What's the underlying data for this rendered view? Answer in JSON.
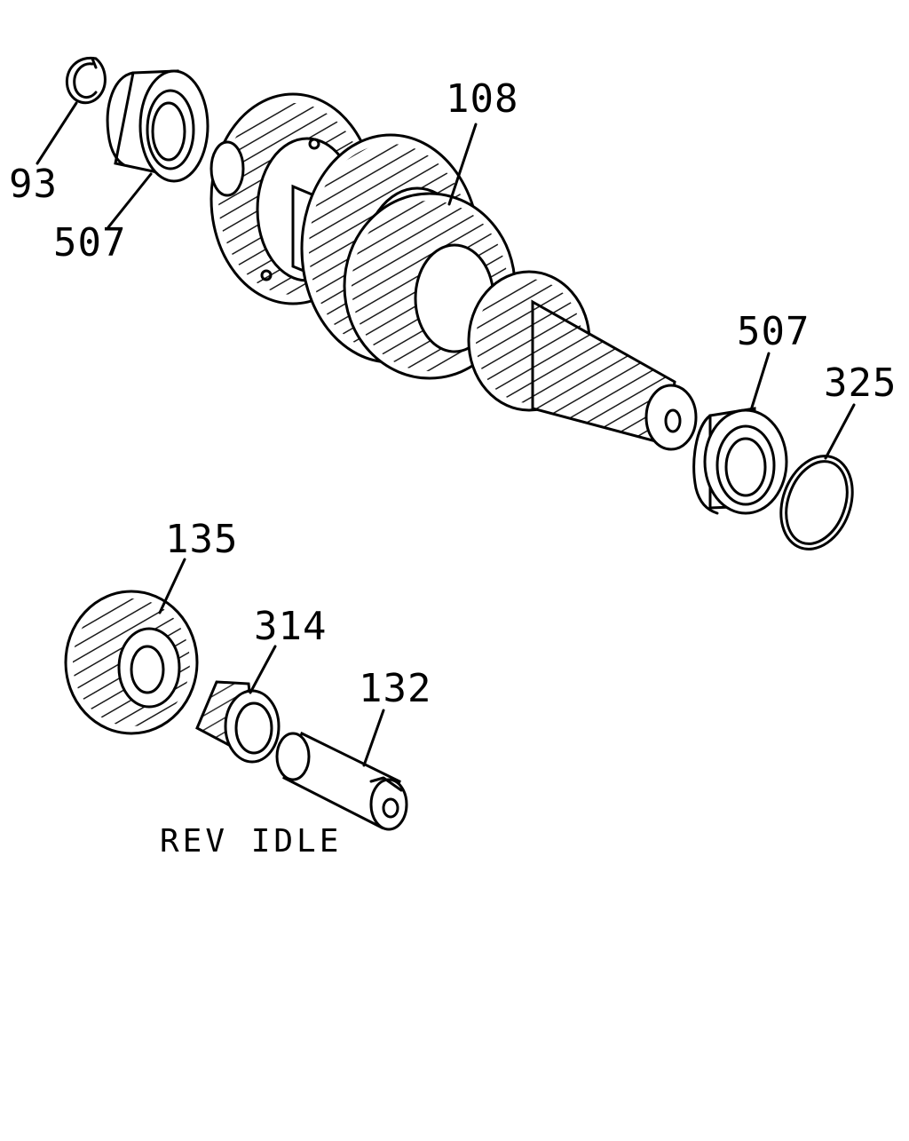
{
  "diagram": {
    "labels": {
      "snap_ring_93": "93",
      "bearing_507_left": "507",
      "countershaft_108": "108",
      "bearing_507_right": "507",
      "ring_325": "325",
      "gear_135": "135",
      "bearing_314": "314",
      "shaft_132": "132"
    },
    "caption": "REV IDLE"
  }
}
